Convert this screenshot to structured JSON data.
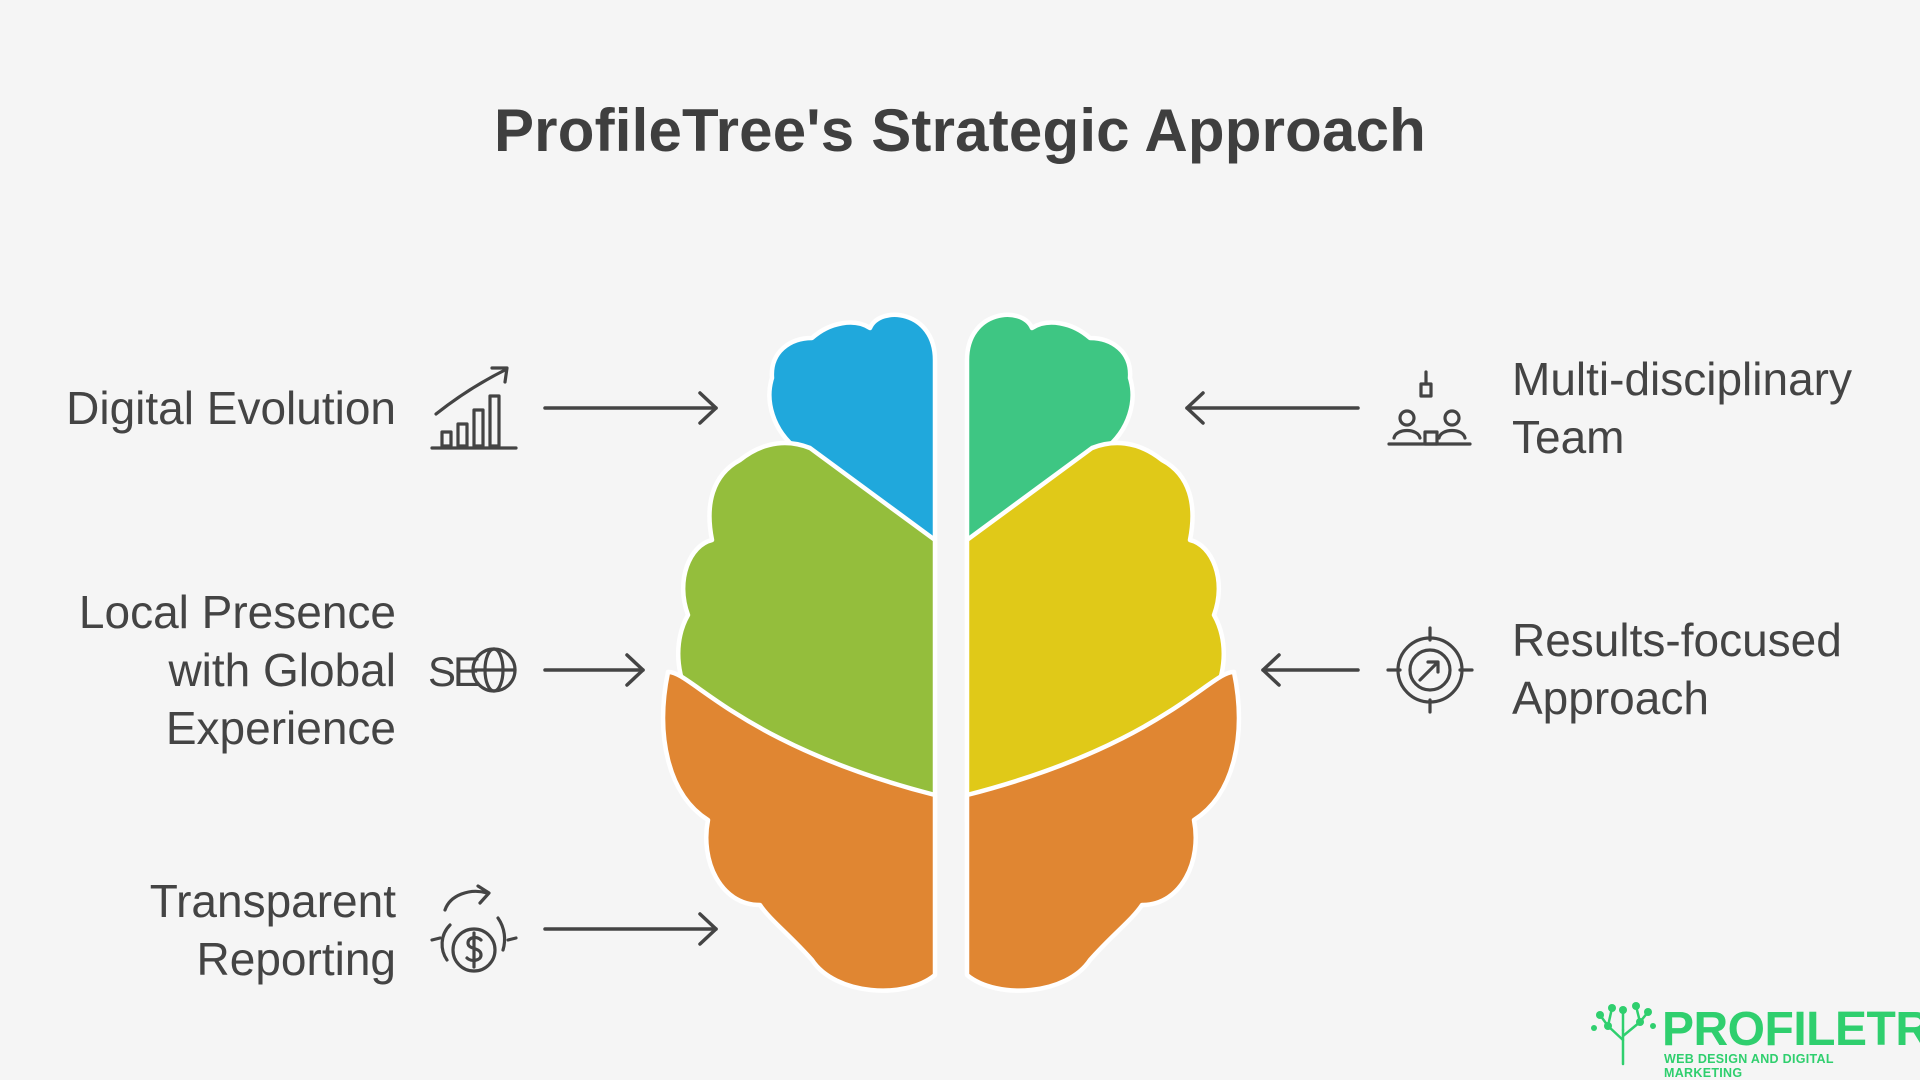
{
  "title": "ProfileTree's Strategic Approach",
  "items": [
    {
      "id": "digital-evolution",
      "side": "left",
      "lines": [
        "Digital Evolution"
      ],
      "icon": "growth-chart-icon"
    },
    {
      "id": "local-presence",
      "side": "left",
      "lines": [
        "Local Presence",
        "with Global",
        "Experience"
      ],
      "icon": "seo-globe-icon"
    },
    {
      "id": "transparent-reporting",
      "side": "left",
      "lines": [
        "Transparent",
        "Reporting"
      ],
      "icon": "money-cycle-icon"
    },
    {
      "id": "multi-disciplinary-team",
      "side": "right",
      "lines": [
        "Multi-disciplinary",
        "Team"
      ],
      "icon": "team-meeting-icon"
    },
    {
      "id": "results-focused",
      "side": "right",
      "lines": [
        "Results-focused",
        "Approach"
      ],
      "icon": "target-icon"
    }
  ],
  "icon_text": {
    "seo": "SE"
  },
  "brain_colors": {
    "blue": "#20a8dc",
    "green_left": "#94be3c",
    "orange": "#e08632",
    "teal": "#3ec683",
    "yellow": "#e0c918"
  },
  "logo": {
    "name": "PROFILETREE",
    "tagline": "WEB DESIGN AND DIGITAL MARKETING",
    "color": "#2fcf6e"
  }
}
